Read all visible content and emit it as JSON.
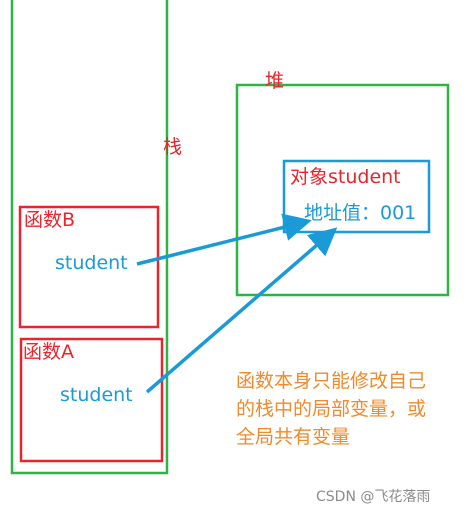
{
  "stack": {
    "label": "栈"
  },
  "heap": {
    "label": "堆"
  },
  "object": {
    "title": "对象student",
    "address": "地址值：001"
  },
  "function_b": {
    "label": "函数B",
    "var": "student"
  },
  "function_a": {
    "label": "函数A",
    "var": "student"
  },
  "note": {
    "line1": "函数本身只能修改自己",
    "line2": "的栈中的局部变量，或",
    "line3": "全局共有变量"
  },
  "watermark": "CSDN @飞花落雨",
  "colors": {
    "stack_border": "#2fb345",
    "heap_border": "#2fb345",
    "function_border": "#e8242c",
    "object_border": "#1a9ad6",
    "arrow": "#1a9ad6",
    "label_red": "#e8242c",
    "text_blue": "#1a9ad6",
    "note_orange": "#f08a2a"
  }
}
